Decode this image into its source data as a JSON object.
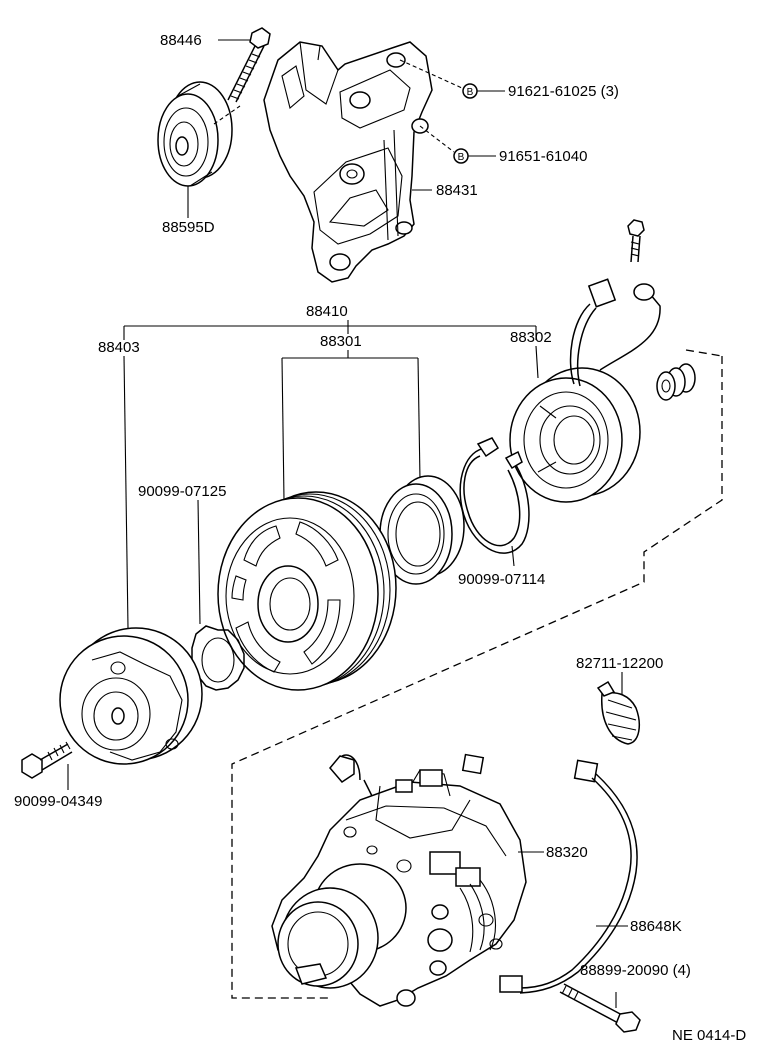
{
  "labels": {
    "p88446": "88446",
    "p88595d": "88595D",
    "p91621": "91621-61025 (3)",
    "p91651": "91651-61040",
    "p88431": "88431",
    "p88410": "88410",
    "p88403": "88403",
    "p88301": "88301",
    "p88302": "88302",
    "p90099_07125": "90099-07125",
    "p90099_07114": "90099-07114",
    "p90099_04349": "90099-04349",
    "p82711": "82711-12200",
    "p88320": "88320",
    "p88648k": "88648K",
    "p88899": "88899-20090 (4)",
    "code": "NE  0414-D",
    "marker_b": "B"
  }
}
